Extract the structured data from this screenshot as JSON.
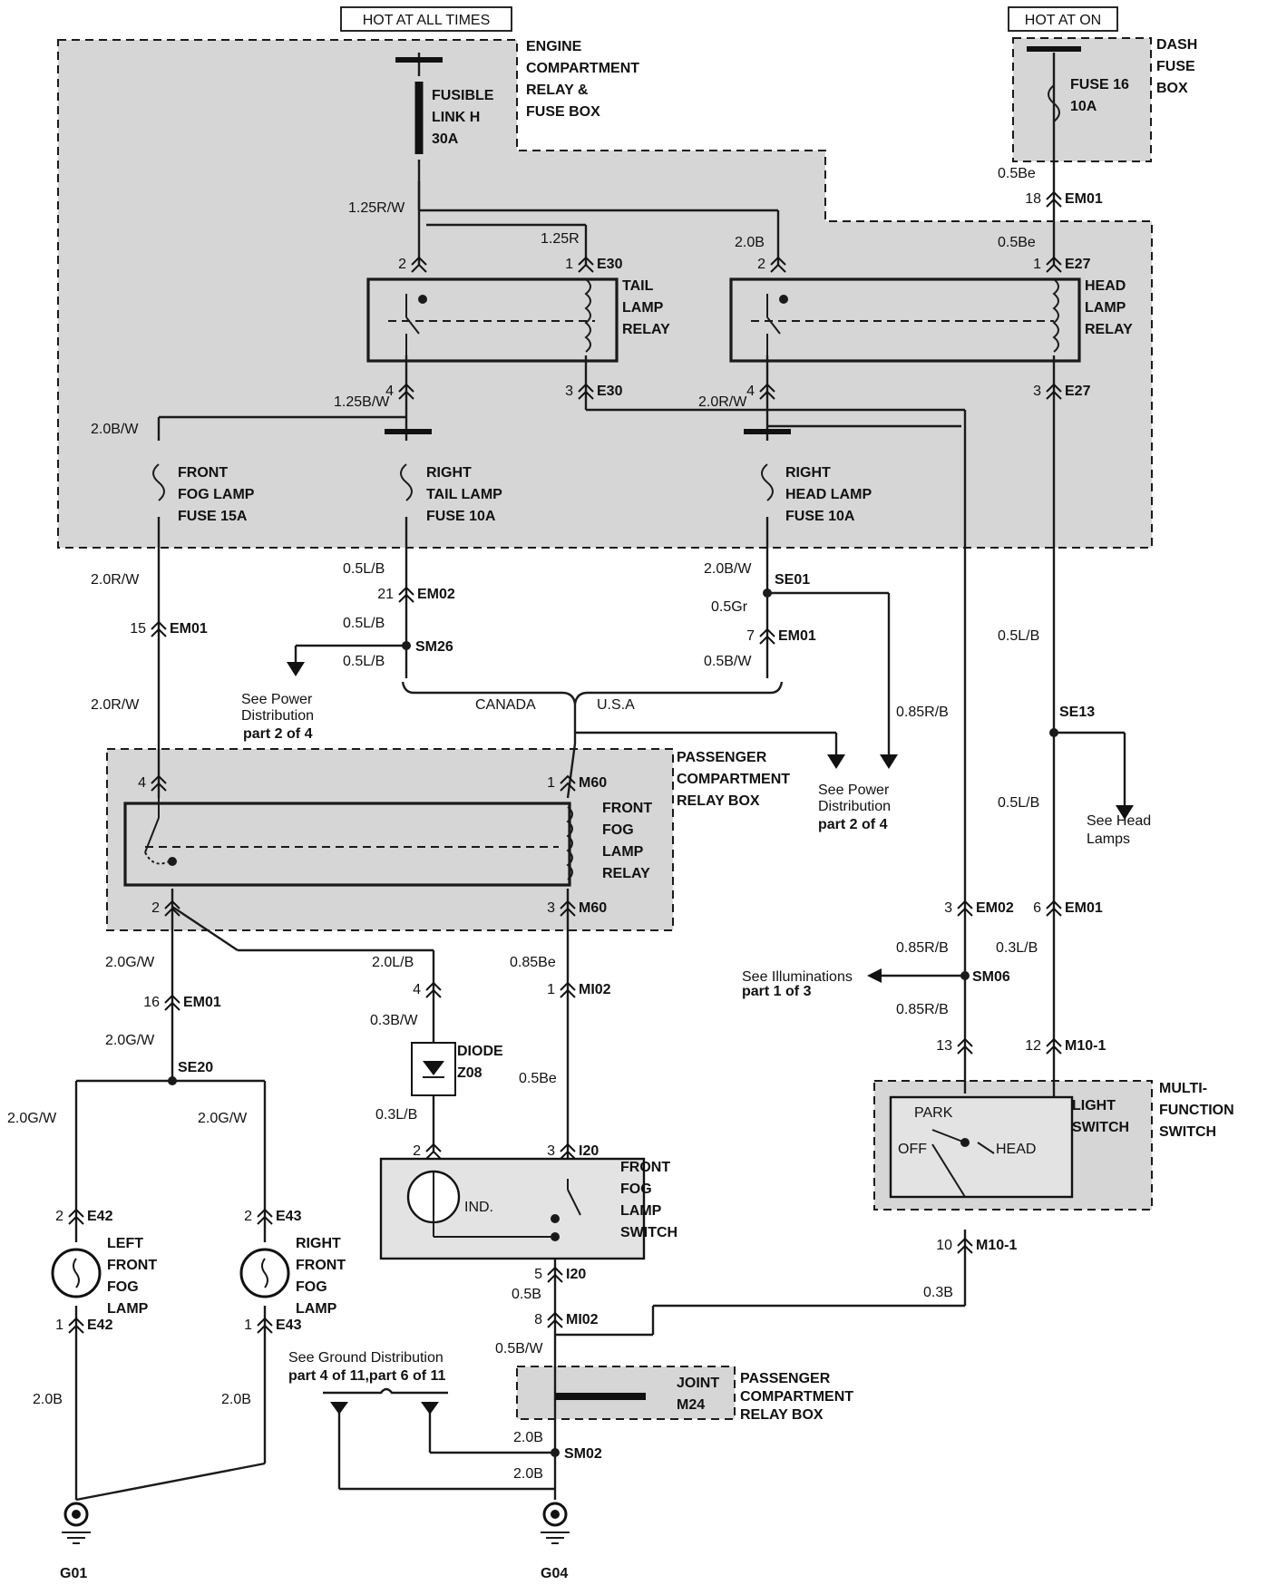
{
  "supplies": {
    "hot_at_all_times": "HOT AT ALL TIMES",
    "hot_at_on": "HOT AT ON"
  },
  "boxes": {
    "engine_compartment": [
      "ENGINE",
      "COMPARTMENT",
      "RELAY &",
      "FUSE BOX"
    ],
    "dash_fuse_box": [
      "DASH",
      "FUSE",
      "BOX"
    ],
    "passenger_compartment": [
      "PASSENGER",
      "COMPARTMENT",
      "RELAY BOX"
    ],
    "multi_function_switch": [
      "MULTI-",
      "FUNCTION",
      "SWITCH"
    ],
    "passenger_compartment_joint": [
      "PASSENGER",
      "COMPARTMENT",
      "RELAY BOX"
    ]
  },
  "components": {
    "fusible_link": [
      "FUSIBLE",
      "LINK H",
      "30A"
    ],
    "fuse16": [
      "FUSE 16",
      "10A"
    ],
    "tail_lamp_relay": [
      "TAIL",
      "LAMP",
      "RELAY"
    ],
    "head_lamp_relay": [
      "HEAD",
      "LAMP",
      "RELAY"
    ],
    "front_fog_fuse": [
      "FRONT",
      "FOG LAMP",
      "FUSE 15A"
    ],
    "right_tail_fuse": [
      "RIGHT",
      "TAIL LAMP",
      "FUSE 10A"
    ],
    "right_head_fuse": [
      "RIGHT",
      "HEAD LAMP",
      "FUSE 10A"
    ],
    "front_fog_relay": [
      "FRONT",
      "FOG",
      "LAMP",
      "RELAY"
    ],
    "diode": [
      "DIODE",
      "Z08"
    ],
    "fog_switch": [
      "FRONT",
      "FOG",
      "LAMP",
      "SWITCH"
    ],
    "fog_switch_ind": "IND.",
    "light_switch": [
      "LIGHT",
      "SWITCH"
    ],
    "light_switch_positions": {
      "park": "PARK",
      "off": "OFF",
      "head": "HEAD"
    },
    "left_fog_lamp": [
      "LEFT",
      "FRONT",
      "FOG",
      "LAMP"
    ],
    "right_fog_lamp": [
      "RIGHT",
      "FRONT",
      "FOG",
      "LAMP"
    ],
    "joint": [
      "JOINT",
      "M24"
    ]
  },
  "references": {
    "power_dist_a": [
      "See Power",
      "Distribution",
      "part 2 of 4"
    ],
    "power_dist_b": [
      "See Power",
      "Distribution",
      "part 2 of 4"
    ],
    "head_lamps": [
      "See Head",
      "Lamps"
    ],
    "illuminations": [
      "See Illuminations",
      "part 1 of 3"
    ],
    "ground_dist": [
      "See Ground Distribution",
      "part 4 of 11,part 6 of 11"
    ]
  },
  "variants": {
    "canada": "CANADA",
    "usa": "U.S.A"
  },
  "grounds": {
    "g01": "G01",
    "g04": "G04"
  },
  "wires": {
    "w125rw": "1.25R/W",
    "w125r": "1.25R",
    "w20b": "2.0B",
    "w05be_top": "0.5Be",
    "w05be_e27": "0.5Be",
    "w125bw": "1.25B/W",
    "w20rw_top": "2.0R/W",
    "w20bw_left": "2.0B/W",
    "w05lb_a": "0.5L/B",
    "w05lb_b": "0.5L/B",
    "w05lb_c": "0.5L/B",
    "w20rw_a": "2.0R/W",
    "w20rw_b": "2.0R/W",
    "w20bw_se01": "2.0B/W",
    "w05gr": "0.5Gr",
    "w05bw": "0.5B/W",
    "w085rb_a": "0.85R/B",
    "w05lb_d": "0.5L/B",
    "w05lb_e": "0.5L/B",
    "w20gw_a": "2.0G/W",
    "w20gw_b": "2.0G/W",
    "w20gw_l": "2.0G/W",
    "w20gw_r": "2.0G/W",
    "w20lb": "2.0L/B",
    "w03bw": "0.3B/W",
    "w03lb_d": "0.3L/B",
    "w085be": "0.85Be",
    "w05be_sw": "0.5Be",
    "w085rb_b": "0.85R/B",
    "w085rb_c": "0.85R/B",
    "w03lb": "0.3L/B",
    "w05b": "0.5B",
    "w05bw_j": "0.5B/W",
    "w03b": "0.3B",
    "w20b_l": "2.0B",
    "w20b_r": "2.0B",
    "w20b_sm02a": "2.0B",
    "w20b_sm02b": "2.0B"
  },
  "splices": {
    "se01": "SE01",
    "sm26": "SM26",
    "se13": "SE13",
    "sm06": "SM06",
    "se20": "SE20",
    "sm02": "SM02"
  },
  "connectors": [
    {
      "pin": "18",
      "id": "EM01"
    },
    {
      "pin": "1",
      "id": "E27"
    },
    {
      "pin": "2",
      "id": ""
    },
    {
      "pin": "1",
      "id": "E30"
    },
    {
      "pin": "2",
      "id": ""
    },
    {
      "pin": "4",
      "id": ""
    },
    {
      "pin": "3",
      "id": "E30"
    },
    {
      "pin": "4",
      "id": ""
    },
    {
      "pin": "3",
      "id": "E27"
    },
    {
      "pin": "21",
      "id": "EM02"
    },
    {
      "pin": "15",
      "id": "EM01"
    },
    {
      "pin": "7",
      "id": "EM01"
    },
    {
      "pin": "4",
      "id": ""
    },
    {
      "pin": "1",
      "id": "M60"
    },
    {
      "pin": "2",
      "id": ""
    },
    {
      "pin": "3",
      "id": "M60"
    },
    {
      "pin": "3",
      "id": "EM02"
    },
    {
      "pin": "6",
      "id": "EM01"
    },
    {
      "pin": "16",
      "id": "EM01"
    },
    {
      "pin": "4",
      "id": ""
    },
    {
      "pin": "1",
      "id": "MI02"
    },
    {
      "pin": "13",
      "id": ""
    },
    {
      "pin": "12",
      "id": "M10-1"
    },
    {
      "pin": "2",
      "id": ""
    },
    {
      "pin": "3",
      "id": "I20"
    },
    {
      "pin": "2",
      "id": "E42"
    },
    {
      "pin": "2",
      "id": "E43"
    },
    {
      "pin": "5",
      "id": "I20"
    },
    {
      "pin": "1",
      "id": "E42"
    },
    {
      "pin": "1",
      "id": "E43"
    },
    {
      "pin": "8",
      "id": "MI02"
    },
    {
      "pin": "10",
      "id": "M10-1"
    }
  ]
}
